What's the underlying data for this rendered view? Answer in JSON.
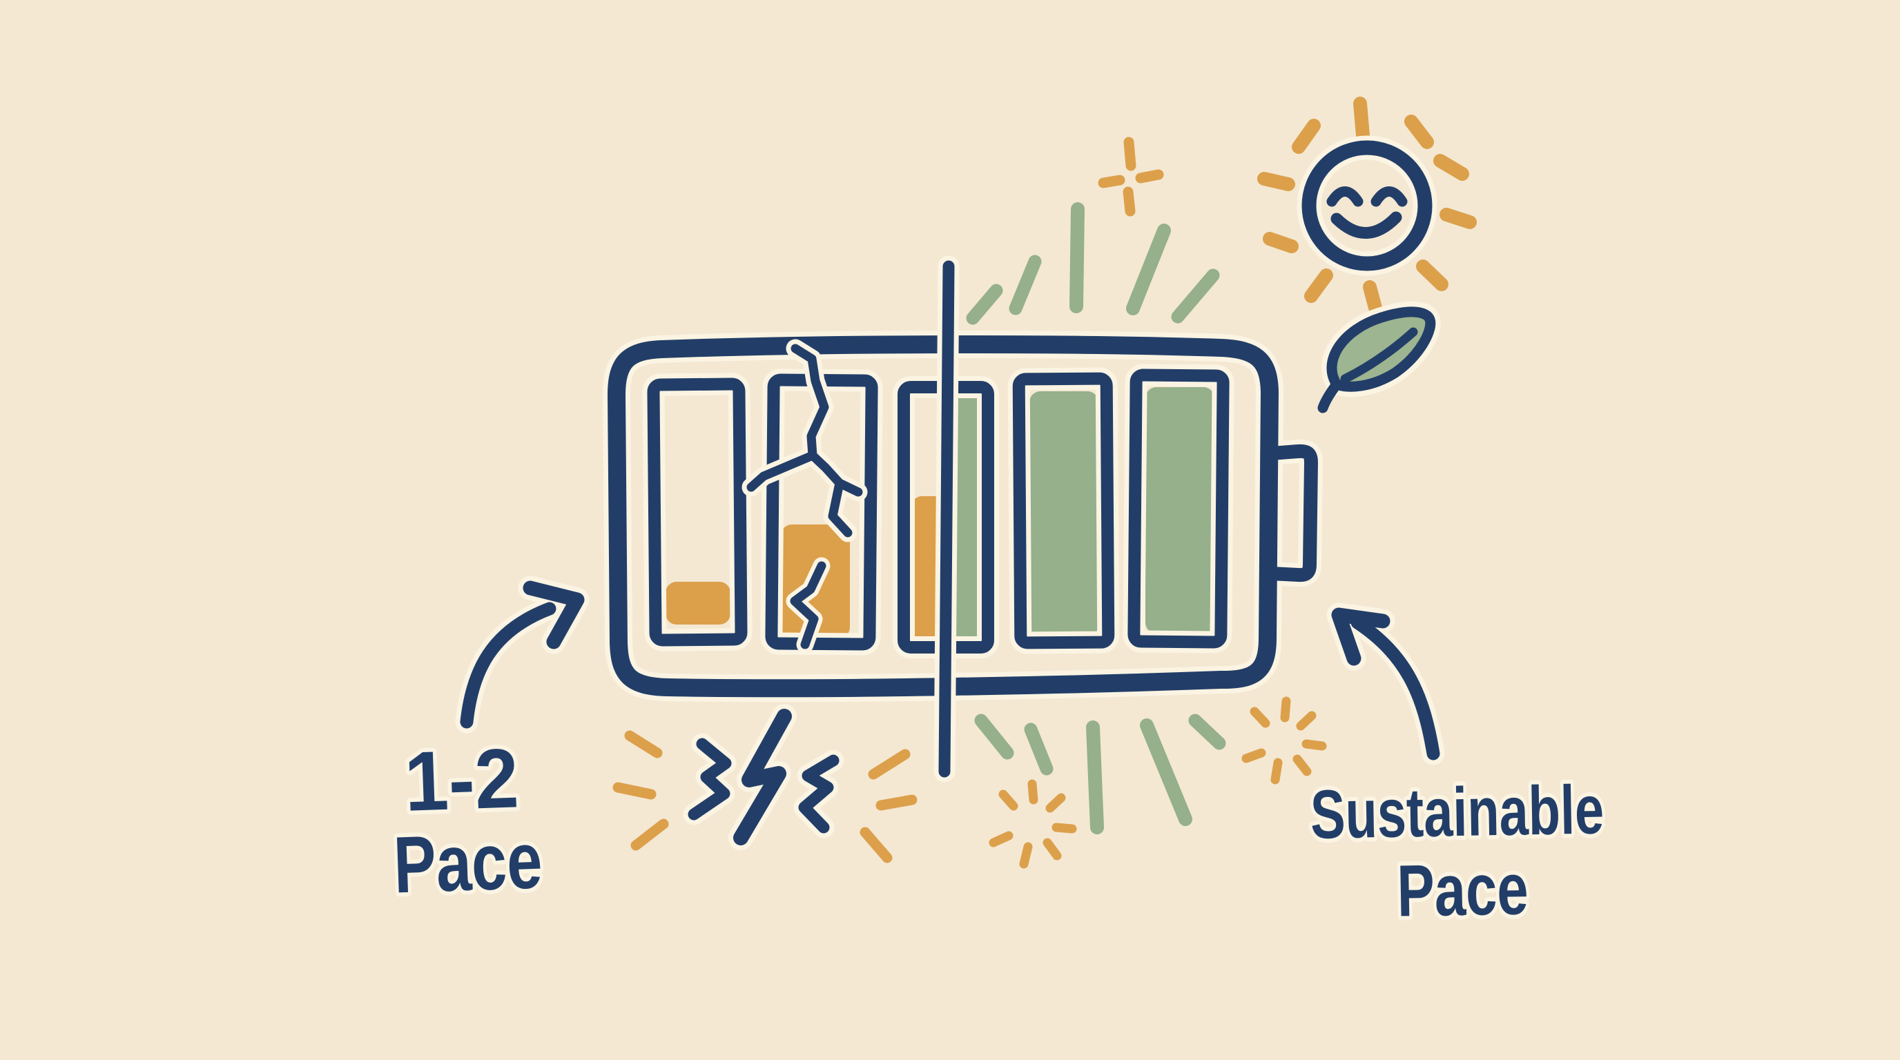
{
  "labels": {
    "left": {
      "line1": "1-2",
      "line2": "Pace"
    },
    "right": {
      "line1": "Sustainable",
      "line2": "Pace"
    }
  },
  "palette": {
    "background": "#f4e8d3",
    "ink_navy": "#223e68",
    "halo_cream": "#fbf4e3",
    "amber_orange": "#dca04b",
    "sage_green": "#95b08b"
  },
  "figure": {
    "type": "hand-drawn battery pace illustration",
    "battery": {
      "cell_count": 5,
      "cells": [
        {
          "index": 1,
          "state": "nearly-empty",
          "fill": "amber_orange",
          "level": "low"
        },
        {
          "index": 2,
          "state": "cracked",
          "fill": "amber_orange",
          "level": "medium"
        },
        {
          "index": 3,
          "state": "transition",
          "fill": "amber_orange_and_sage_green",
          "level": "high"
        },
        {
          "index": 4,
          "state": "full",
          "fill": "sage_green",
          "level": "full"
        },
        {
          "index": 5,
          "state": "full",
          "fill": "sage_green",
          "level": "full"
        }
      ],
      "divider": "vertical line separating drained left half from sustainable right half"
    },
    "icons": [
      "smiling-sun-icon",
      "leaf-icon",
      "lightning-bolt-icons",
      "starburst-sparkles",
      "green-rays",
      "curved-arrow-left",
      "curved-arrow-right"
    ]
  }
}
